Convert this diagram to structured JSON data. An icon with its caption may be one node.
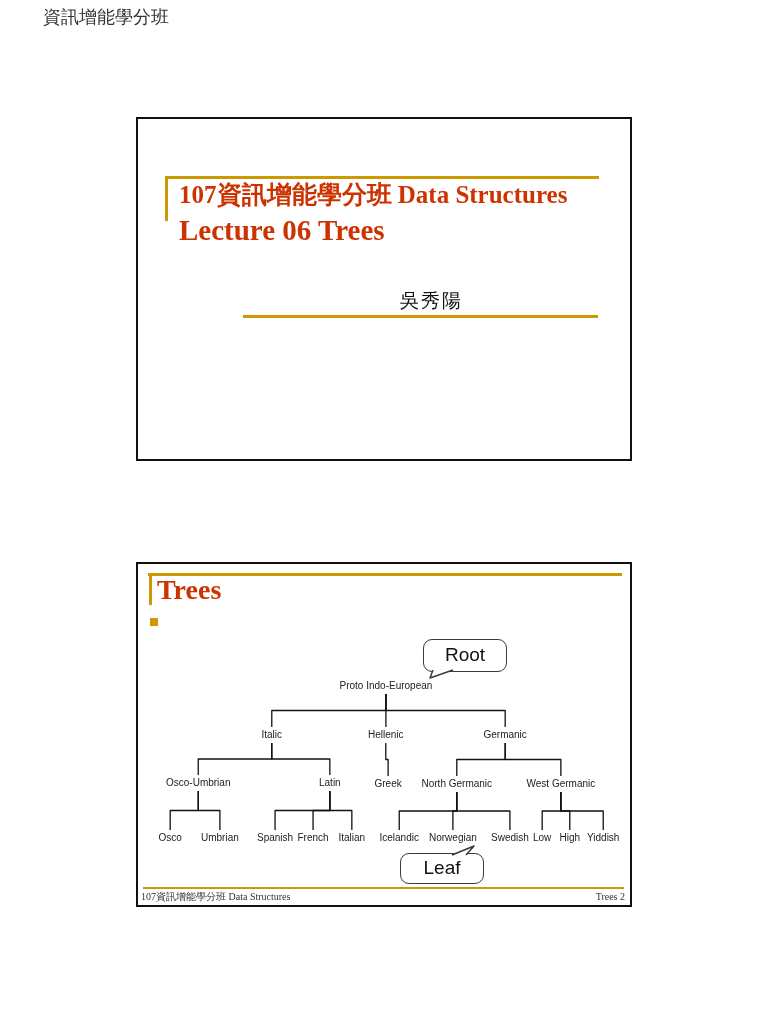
{
  "diagram": {
    "nodes": [
      {
        "text": [
          "107資訊增能學分班 Data Structures",
          "Lecture 06 Trees",
          "吳秀陽"
        ]
      },
      {
        "text": [
          "Trees",
          "107資訊增能學分班 Data Structures",
          "Trees 2"
        ]
      },
      {
        "text": [
          "Root"
        ],
        "in": 1
      },
      {
        "text": [
          "Proto Indo-European"
        ],
        "in": 1
      },
      {
        "text": [
          "Italic"
        ],
        "in": 1
      },
      {
        "text": [
          "Hellenic"
        ],
        "in": 1
      },
      {
        "text": [
          "Germanic"
        ],
        "in": 1
      },
      {
        "text": [
          "Osco-Umbrian"
        ],
        "in": 1
      },
      {
        "text": [
          "Latin"
        ],
        "in": 1
      },
      {
        "text": [
          "Greek"
        ],
        "in": 1
      },
      {
        "text": [
          "North Germanic"
        ],
        "in": 1
      },
      {
        "text": [
          "West Germanic"
        ],
        "in": 1
      },
      {
        "text": [
          "Osco"
        ],
        "in": 1
      },
      {
        "text": [
          "Umbrian"
        ],
        "in": 1
      },
      {
        "text": [
          "Spanish"
        ],
        "in": 1
      },
      {
        "text": [
          "French"
        ],
        "in": 1
      },
      {
        "text": [
          "Italian"
        ],
        "in": 1
      },
      {
        "text": [
          "Icelandic"
        ],
        "in": 1
      },
      {
        "text": [
          "Norwegian"
        ],
        "in": 1
      },
      {
        "text": [
          "Swedish"
        ],
        "in": 1
      },
      {
        "text": [
          "Low"
        ],
        "in": 1
      },
      {
        "text": [
          "High"
        ],
        "in": 1
      },
      {
        "text": [
          "Yiddish"
        ],
        "in": 1
      },
      {
        "text": [
          "Leaf"
        ],
        "in": 1
      }
    ],
    "edges": [
      {
        "from": 3,
        "to": 4,
        "arrow": "none"
      },
      {
        "from": 3,
        "to": 5,
        "arrow": "none"
      },
      {
        "from": 3,
        "to": 6,
        "arrow": "none"
      },
      {
        "from": 4,
        "to": 7,
        "arrow": "none"
      },
      {
        "from": 4,
        "to": 8,
        "arrow": "none"
      },
      {
        "from": 5,
        "to": 9,
        "arrow": "none"
      },
      {
        "from": 6,
        "to": 10,
        "arrow": "none"
      },
      {
        "from": 6,
        "to": 11,
        "arrow": "none"
      },
      {
        "from": 7,
        "to": 12,
        "arrow": "none"
      },
      {
        "from": 7,
        "to": 13,
        "arrow": "none"
      },
      {
        "from": 8,
        "to": 14,
        "arrow": "none"
      },
      {
        "from": 8,
        "to": 15,
        "arrow": "none"
      },
      {
        "from": 8,
        "to": 16,
        "arrow": "none"
      },
      {
        "from": 10,
        "to": 17,
        "arrow": "none"
      },
      {
        "from": 10,
        "to": 18,
        "arrow": "none"
      },
      {
        "from": 10,
        "to": 19,
        "arrow": "none"
      },
      {
        "from": 11,
        "to": 20,
        "arrow": "none"
      },
      {
        "from": 11,
        "to": 21,
        "arrow": "none"
      },
      {
        "from": 11,
        "to": 22,
        "arrow": "none"
      },
      {
        "from": 2,
        "to": 3,
        "arrow": "none"
      },
      {
        "from": 23,
        "to": 18,
        "arrow": "none"
      }
    ],
    "labels": [
      "資訊增能學分班"
    ]
  }
}
